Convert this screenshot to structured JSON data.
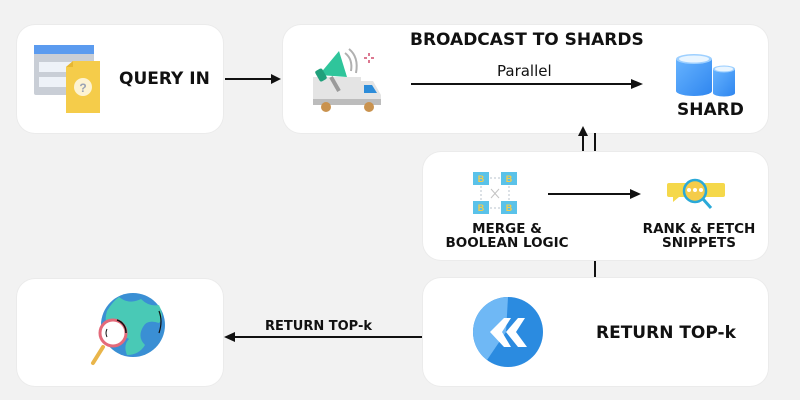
{
  "diagram": {
    "title": "Distributed search query flow",
    "nodes": {
      "query_in": {
        "label": "QUERY IN",
        "icon": "query-document-icon"
      },
      "broadcast": {
        "label": "BROADCAST TO SHARDS",
        "icon": "megaphone-truck-icon",
        "edge_label": "Parallel"
      },
      "shard": {
        "label": "SHARD",
        "icon": "database-icon"
      },
      "merge": {
        "label_line1": "MERGE &",
        "label_line2": "BOOLEAN LOGIC",
        "icon": "merge-network-icon"
      },
      "rank": {
        "label_line1": "RANK & FETCH",
        "label_line2": "SNIPPETS",
        "icon": "rank-search-icon"
      },
      "return_topk": {
        "label": "RETURN TOP-k",
        "icon": "rewind-icon"
      },
      "result": {
        "icon": "globe-search-icon"
      }
    },
    "edges": [
      {
        "from": "query_in",
        "to": "broadcast",
        "label": ""
      },
      {
        "from": "broadcast",
        "to": "shard",
        "label": "Parallel"
      },
      {
        "from": "merge",
        "to": "shard",
        "label": ""
      },
      {
        "from": "shard",
        "to": "merge",
        "label": ""
      },
      {
        "from": "merge",
        "to": "rank",
        "label": ""
      },
      {
        "from": "merge",
        "to": "return_topk",
        "label": ""
      },
      {
        "from": "return_topk",
        "to": "result",
        "label": "RETURN TOP-k"
      }
    ],
    "return_edge_label": "RETURN TOP-k"
  },
  "colors": {
    "background": "#f2f2f2",
    "box": "#ffffff",
    "shard_blue": "#3b8ef5",
    "teal": "#2fc59b",
    "yellow": "#f5cc4a",
    "rewind_blue": "#2b8be0"
  }
}
